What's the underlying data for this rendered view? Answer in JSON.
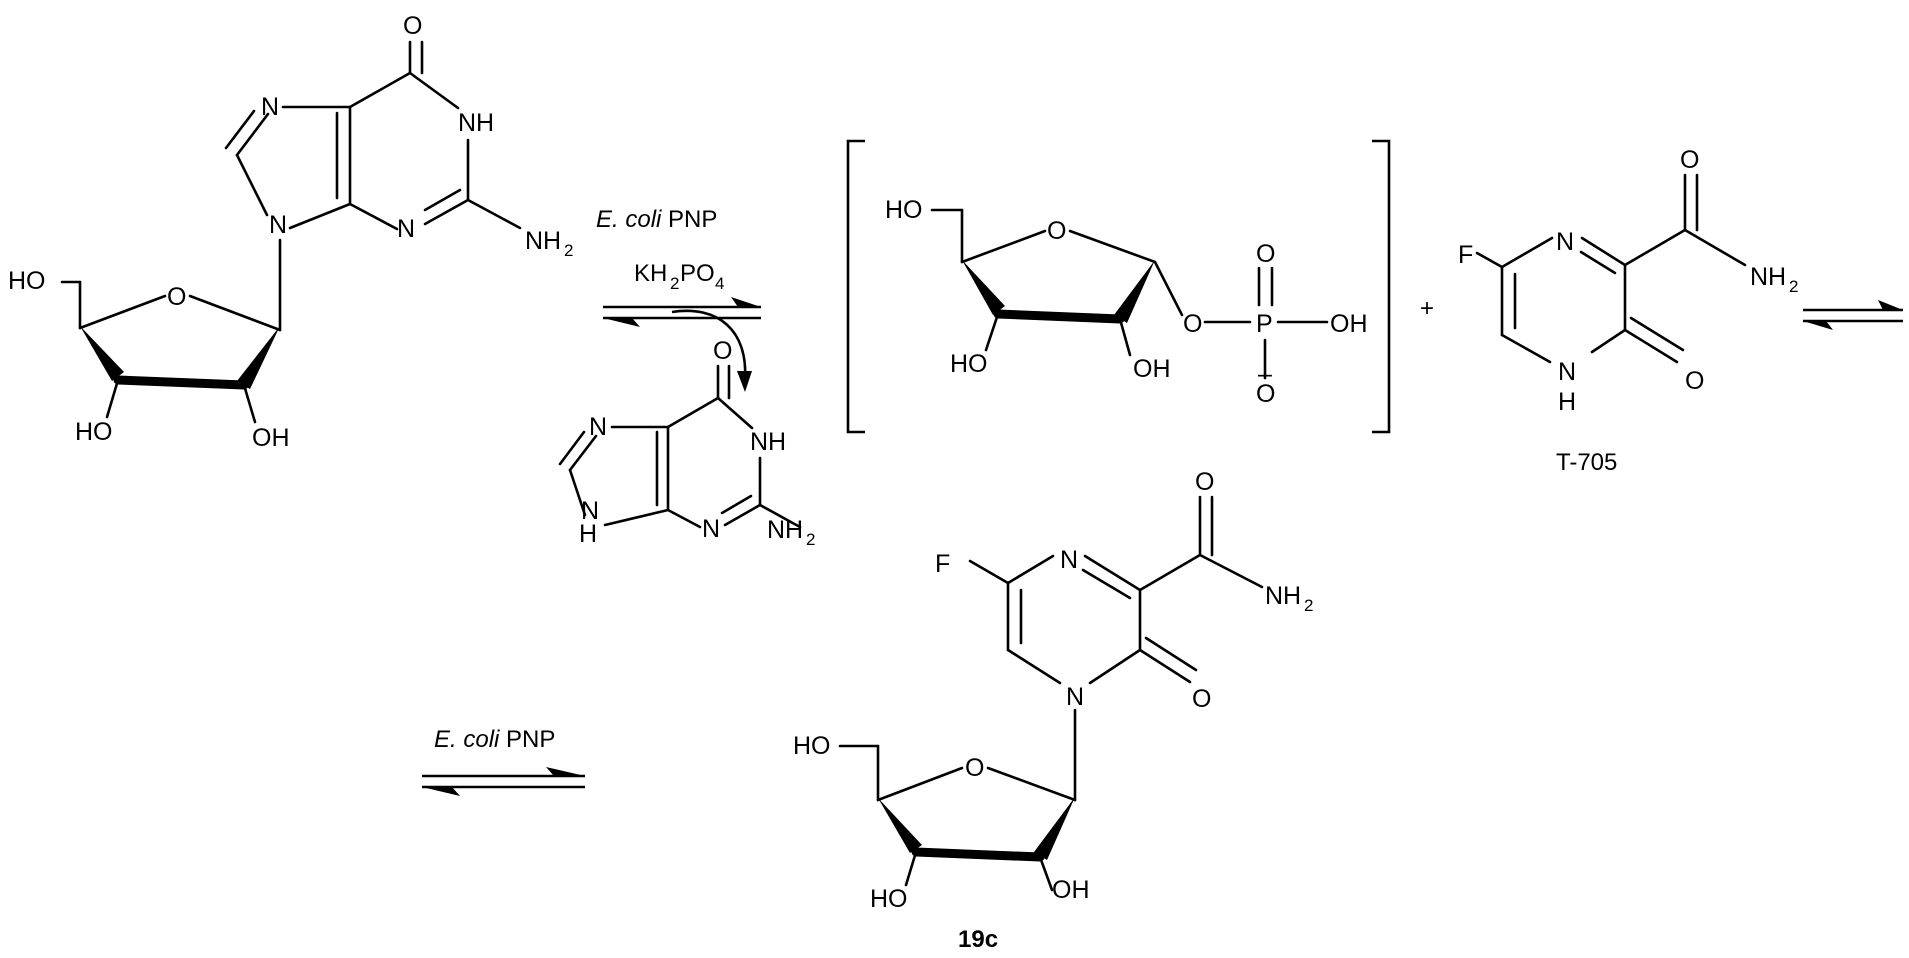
{
  "atoms": {
    "O": "O",
    "N": "N",
    "NH": "NH",
    "H": "H",
    "HO": "HO",
    "OH": "OH",
    "NH2": "NH",
    "sub2": "2",
    "F": "F",
    "P": "P",
    "minus": "–"
  },
  "reaction1": {
    "enzyme_italic": "E. coli",
    "enzyme_rest": " PNP",
    "reagent_main_1": "KH",
    "reagent_sub_1": "2",
    "reagent_main_2": "PO",
    "reagent_sub_2": "4"
  },
  "reaction2": {
    "enzyme_italic": "E. coli",
    "enzyme_rest": " PNP"
  },
  "plus": "+",
  "labels": {
    "t705": "T-705",
    "product": "19c"
  }
}
